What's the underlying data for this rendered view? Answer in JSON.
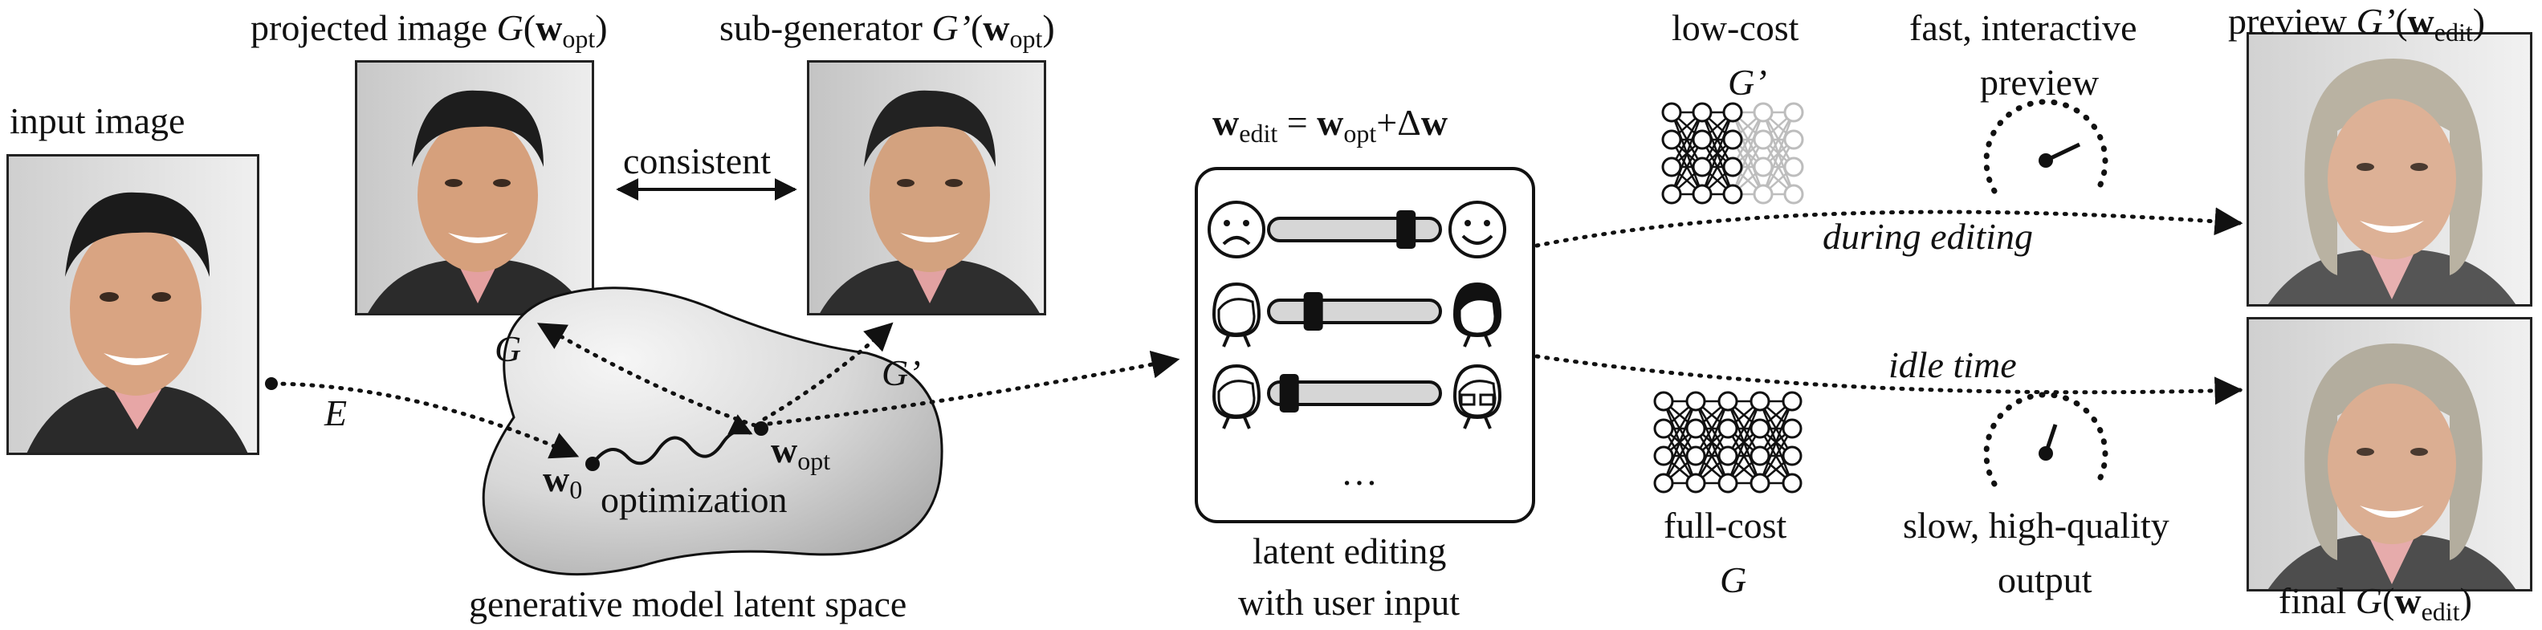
{
  "labels": {
    "input_image": "input image",
    "projected_prefix": "projected image",
    "subgen_prefix": "sub-generator",
    "preview_prefix": "preview",
    "final_prefix": "final",
    "consistent": "consistent",
    "encoder": "E",
    "generator_g": "G",
    "generator_gp": "G’",
    "w0_sub": "0",
    "wopt_sub": "opt",
    "optimization": "optimization",
    "latent_space": "generative model latent space",
    "wedit_eq_sub1": "edit",
    "wedit_eq_sub2": "opt",
    "latent_editing_1": "latent editing",
    "latent_editing_2": "with user input",
    "ellipsis": "…",
    "low_cost": "low-cost",
    "full_cost": "full-cost",
    "fast_1": "fast, interactive",
    "fast_2": "preview",
    "slow_1": "slow, high-quality",
    "slow_2": "output",
    "during_editing": "during editing",
    "idle_time": "idle time"
  },
  "sliders": [
    {
      "left_icon": "sad-face-icon",
      "right_icon": "happy-face-icon",
      "level": 0.8
    },
    {
      "left_icon": "light-hair-icon",
      "right_icon": "dark-hair-icon",
      "level": 0.26
    },
    {
      "left_icon": "no-glasses-icon",
      "right_icon": "glasses-icon",
      "level": 0.12
    }
  ],
  "colors": {
    "ink": "#111111",
    "blob_light": "#f6f6f6",
    "blob_dark": "#a9a9a9",
    "slider_fill": "#d6d6d6",
    "light_net": "#bdbdbd"
  }
}
